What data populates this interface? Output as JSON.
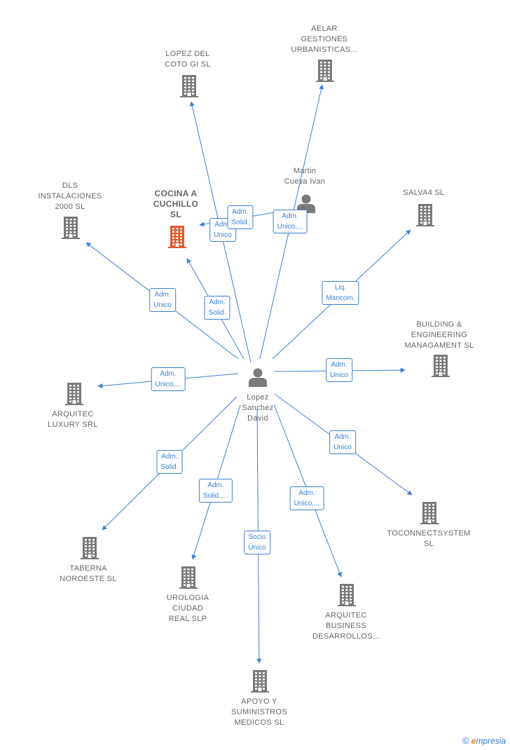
{
  "center": {
    "name": "Lopez\nSanchez\nDavid",
    "icon": "person-icon"
  },
  "companies": [
    {
      "id": "lopez-del-coto",
      "label": "LOPEZ DEL\nCOTO GI  SL",
      "icon": "building-icon"
    },
    {
      "id": "aelar",
      "label": "AELAR\nGESTIONES\nURBANISTICAS...",
      "icon": "building-icon"
    },
    {
      "id": "dls",
      "label": "DLS\nINSTALACIONES\n2000  SL",
      "icon": "building-icon"
    },
    {
      "id": "cocina",
      "label": "COCINA A\nCUCHILLO\nSL",
      "icon": "building-icon",
      "highlight": true
    },
    {
      "id": "salva4",
      "label": "SALVA4 SL",
      "icon": "building-icon"
    },
    {
      "id": "building",
      "label": "BUILDING &\nENGINEERING\nMANAGAMENT SL",
      "icon": "building-icon"
    },
    {
      "id": "arquitec-luxury",
      "label": "ARQUITEC\nLUXURY SRL",
      "icon": "building-icon"
    },
    {
      "id": "toconnect",
      "label": "TOCONNECTSYSTEM\nSL",
      "icon": "building-icon"
    },
    {
      "id": "taberna",
      "label": "TABERNA\nNOROESTE  SL",
      "icon": "building-icon"
    },
    {
      "id": "urologia",
      "label": "UROLOGIA\nCIUDAD\nREAL  SLP",
      "icon": "building-icon"
    },
    {
      "id": "arquitec-business",
      "label": "ARQUITEC\nBUSINESS\nDESARROLLOS...",
      "icon": "building-icon"
    },
    {
      "id": "apoyo",
      "label": "APOYO Y\nSUMINISTROS\nMEDICOS SL",
      "icon": "building-icon"
    }
  ],
  "persons": [
    {
      "id": "martin",
      "label": "Martin\nCueva Ivan",
      "icon": "person-icon"
    }
  ],
  "edges": [
    {
      "from": "center",
      "to": "lopez-del-coto",
      "label": "Adm.\nUnico"
    },
    {
      "from": "center",
      "to": "aelar",
      "label": "Adm.\nUnico,..."
    },
    {
      "from": "center",
      "to": "dls",
      "label": "Adm.\nUnico"
    },
    {
      "from": "center",
      "to": "cocina",
      "label": "Adm.\nSolid."
    },
    {
      "from": "martin",
      "to": "cocina",
      "label": "Adm.\nSolid."
    },
    {
      "from": "center",
      "to": "salva4",
      "label": "Liq.\nMancom."
    },
    {
      "from": "center",
      "to": "building",
      "label": "Adm.\nUnico"
    },
    {
      "from": "center",
      "to": "arquitec-luxury",
      "label": "Adm.\nUnico,..."
    },
    {
      "from": "center",
      "to": "toconnect",
      "label": "Adm.\nUnico"
    },
    {
      "from": "center",
      "to": "taberna",
      "label": "Adm.\nSolid."
    },
    {
      "from": "center",
      "to": "urologia",
      "label": "Adm.\nSolid.,..."
    },
    {
      "from": "center",
      "to": "arquitec-business",
      "label": "Adm.\nUnico,..."
    },
    {
      "from": "center",
      "to": "apoyo",
      "label": "Socio\nÚnico"
    }
  ],
  "colors": {
    "edge": "#3b7fd4",
    "node": "#7a7a7a",
    "highlight": "#e8582b",
    "label": "#666666"
  },
  "brand": {
    "copyright_symbol": "©",
    "brand_initial": "e",
    "brand_rest": "mpresia"
  }
}
